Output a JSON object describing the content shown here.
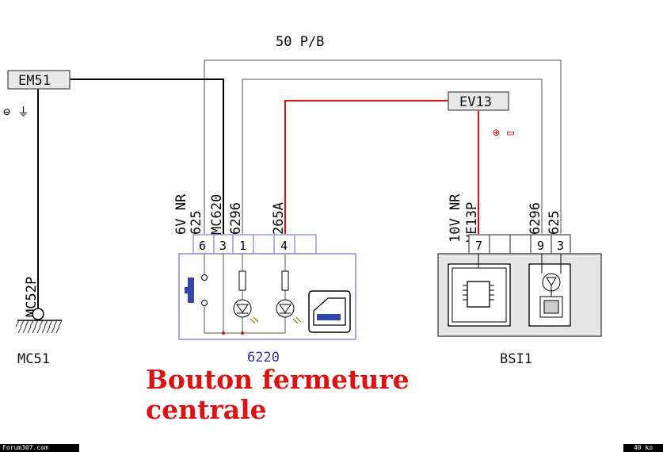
{
  "bus_label": "50 P/B",
  "nodes": {
    "em51": "EM51",
    "ev13": "EV13",
    "mc51": "MC51",
    "bsi1": "BSI1"
  },
  "symbols": {
    "ground_minus": "⊖ ⏚",
    "battery_plus": "⊕ ▭"
  },
  "left_wire": {
    "label": "MC52P"
  },
  "switch": {
    "id": "6220",
    "header_line1": "6V NR",
    "header_line2": "625",
    "wires": [
      "MC620",
      "6296",
      "265A"
    ],
    "pins": [
      "6",
      "3",
      "1",
      "4"
    ]
  },
  "bsi": {
    "header_line1": "10V NR",
    "header_line2": "VE13P",
    "wires": [
      "6296",
      "625"
    ],
    "pins": [
      "7",
      "9",
      "3"
    ]
  },
  "colors": {
    "red_wire": "#dd1111",
    "black_wire": "#000000",
    "grey_wire": "#888888",
    "switch_border": "#8888dd",
    "component_blue": "#3344aa"
  },
  "caption": {
    "line1": "Bouton fermeture",
    "line2": "centrale"
  },
  "footer": {
    "left": "Forum307.com",
    "right": "40 ko"
  }
}
